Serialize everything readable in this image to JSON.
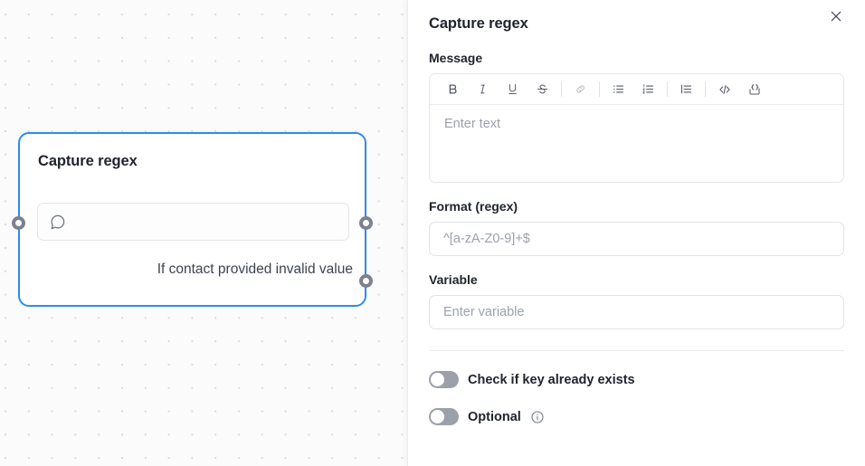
{
  "canvas": {
    "node": {
      "title": "Capture regex",
      "input_icon": "chat-bubble-icon",
      "branch_label": "If contact provided invalid value",
      "border_color": "#2b8ced",
      "port_color": "#7c818c"
    },
    "background_color": "#fcfbfc",
    "dot_color": "#dcd9de"
  },
  "panel": {
    "title": "Capture regex",
    "close_icon": "close-icon",
    "message": {
      "label": "Message",
      "placeholder": "Enter text",
      "value": "",
      "toolbar": [
        {
          "name": "bold-icon",
          "label": "B"
        },
        {
          "name": "italic-icon",
          "label": "I"
        },
        {
          "name": "underline-icon",
          "label": "U"
        },
        {
          "name": "strikethrough-icon",
          "label": "S"
        },
        {
          "name": "link-icon",
          "label": "Link"
        },
        {
          "name": "bulleted-list-icon",
          "label": "Bulleted list"
        },
        {
          "name": "numbered-list-icon",
          "label": "Numbered list"
        },
        {
          "name": "align-list-icon",
          "label": "Indent list"
        },
        {
          "name": "code-icon",
          "label": "</>"
        },
        {
          "name": "variable-braces-icon",
          "label": "{}"
        }
      ]
    },
    "format": {
      "label": "Format (regex)",
      "placeholder": "^[a-zA-Z0-9]+$",
      "value": ""
    },
    "variable": {
      "label": "Variable",
      "placeholder": "Enter variable",
      "value": ""
    },
    "toggles": [
      {
        "name": "check-key-exists",
        "label": "Check if key already exists",
        "on": false,
        "info": false
      },
      {
        "name": "optional",
        "label": "Optional",
        "on": false,
        "info": true
      }
    ]
  }
}
